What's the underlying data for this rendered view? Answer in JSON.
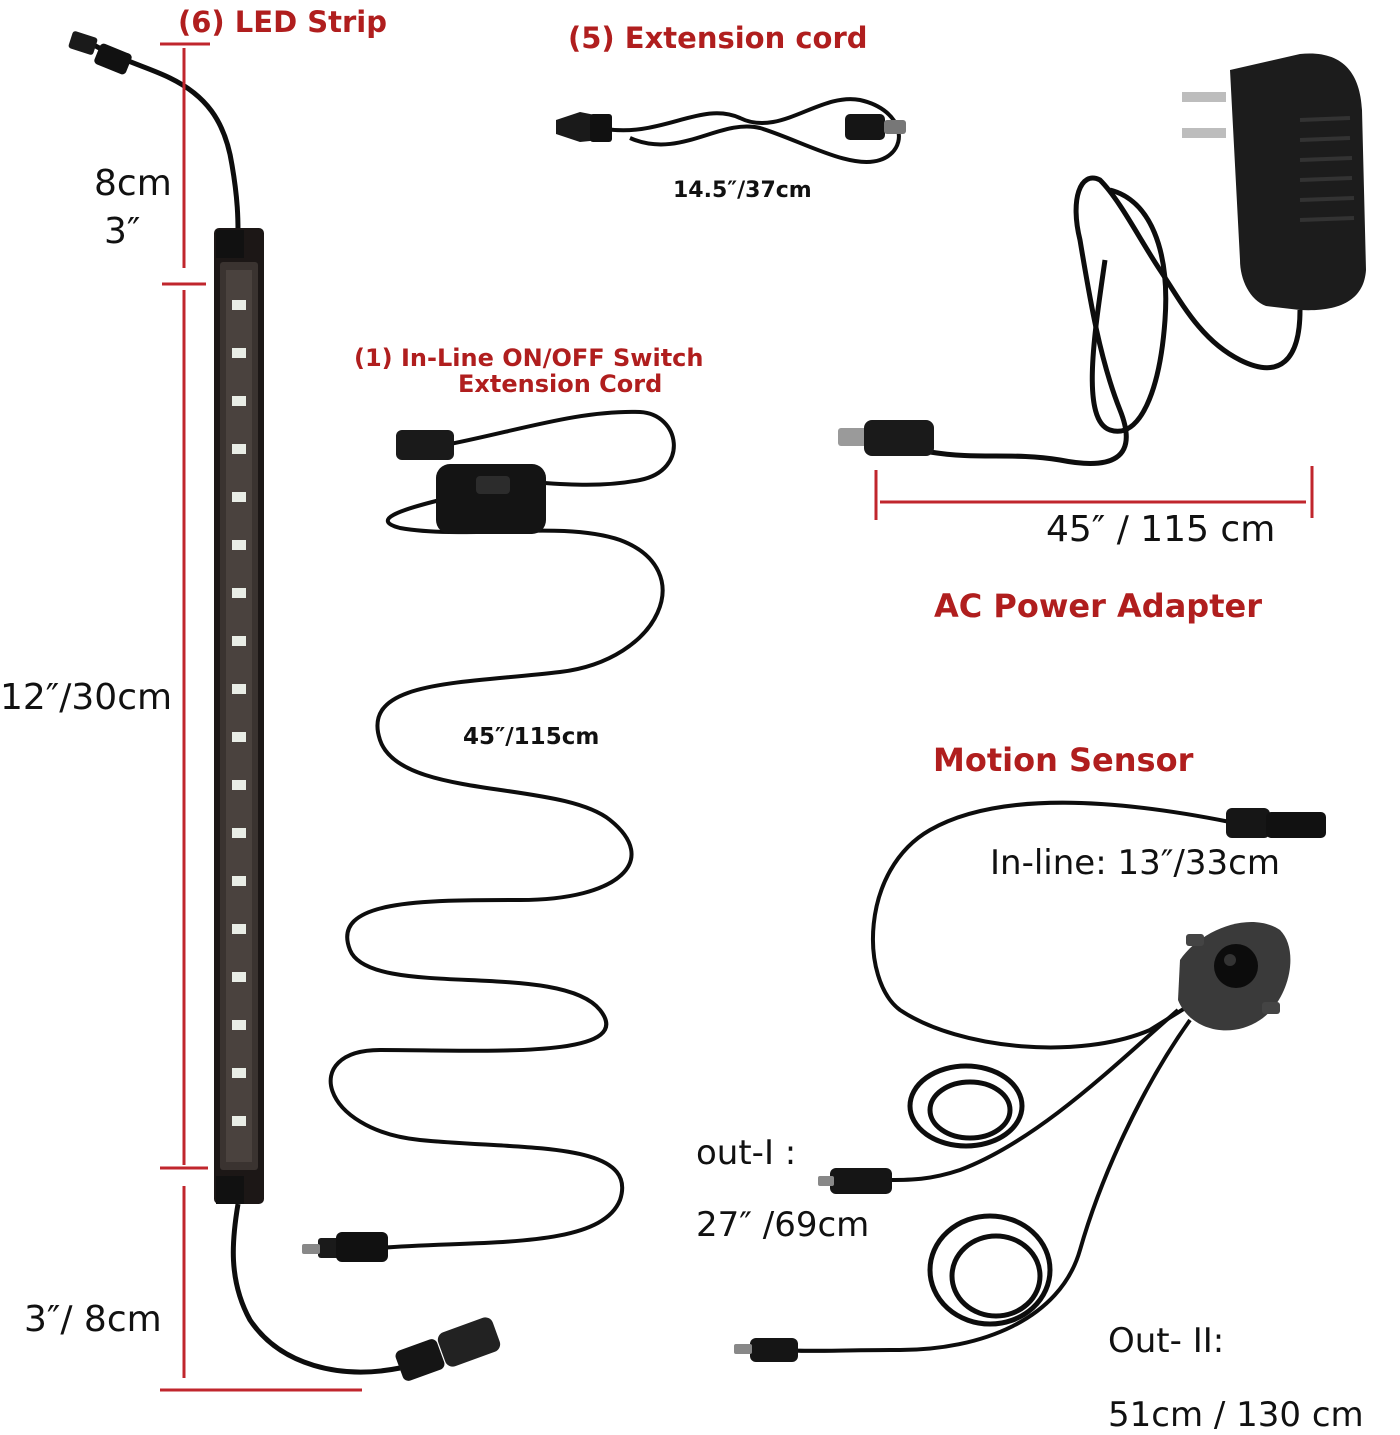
{
  "colors": {
    "label_red": "#b01e1e",
    "guide_red": "#c0262d",
    "cable": "#0d0d0d",
    "housing": "#2b2522"
  },
  "titles": {
    "led_strip": "(6) LED Strip",
    "extension_cord": "(5) Extension cord",
    "switch_cord_line1": "(1) In-Line ON/OFF Switch",
    "switch_cord_line2": "Extension Cord",
    "ac_adapter": "AC Power Adapter",
    "motion_sensor": "Motion Sensor"
  },
  "dimensions": {
    "strip_top_cm": "8cm",
    "strip_top_in": "3″",
    "strip_body": "12″/30cm",
    "strip_bottom": "3″/ 8cm",
    "extension_cord": "14.5″/37cm",
    "switch_cord": "45″/115cm",
    "adapter_cord": "45″ / 115 cm",
    "sensor_inline": "In-line: 13″/33cm",
    "sensor_out1_label": "out-I :",
    "sensor_out1_length": "27″ /69cm",
    "sensor_out2_label": "Out- II:",
    "sensor_out2_length": "51cm / 130 cm"
  },
  "icons": {
    "led_strip": "led-strip-icon",
    "extension_cord": "extension-cord-icon",
    "switch_cord": "switch-cord-icon",
    "ac_adapter": "ac-adapter-icon",
    "motion_sensor": "motion-sensor-icon"
  }
}
